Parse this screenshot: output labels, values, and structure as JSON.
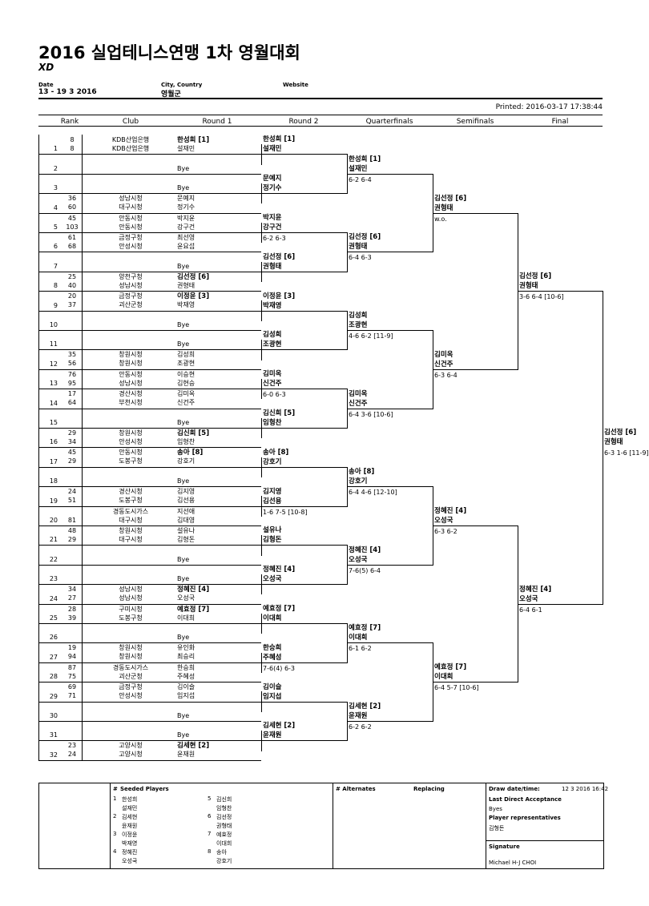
{
  "header": {
    "title": "2016 실업테니스연맹 1차 영월대회",
    "event": "XD",
    "date_label": "Date",
    "date_value": "13 - 19 3 2016",
    "city_label": "City, Country",
    "city_value": "영월군",
    "website_label": "Website",
    "printed": "Printed: 2016-03-17 17:38:44"
  },
  "columns": [
    "Rank",
    "Club",
    "Round 1",
    "Round 2",
    "Quarterfinals",
    "Semifinals",
    "Final"
  ],
  "draw": [
    {
      "n": "1",
      "ranks": [
        "8",
        "8"
      ],
      "clubs": [
        "KDB산업은행",
        "KDB산업은행"
      ],
      "players": [
        "한성희 [1]",
        "설재민"
      ]
    },
    {
      "n": "2",
      "ranks": [],
      "clubs": [],
      "players": [
        "Bye"
      ]
    },
    {
      "n": "3",
      "ranks": [],
      "clubs": [],
      "players": [
        "Bye"
      ]
    },
    {
      "n": "4",
      "ranks": [
        "36",
        "60"
      ],
      "clubs": [
        "성남시청",
        "대구시청"
      ],
      "players": [
        "문예지",
        "정기수"
      ]
    },
    {
      "n": "5",
      "ranks": [
        "45",
        "103"
      ],
      "clubs": [
        "안동시청",
        "안동시청"
      ],
      "players": [
        "박지윤",
        "강구건"
      ]
    },
    {
      "n": "6",
      "ranks": [
        "61",
        "68"
      ],
      "clubs": [
        "금정구청",
        "안성시청"
      ],
      "players": [
        "최선영",
        "윤요섭"
      ]
    },
    {
      "n": "7",
      "ranks": [],
      "clubs": [],
      "players": [
        "Bye"
      ]
    },
    {
      "n": "8",
      "ranks": [
        "25",
        "40"
      ],
      "clubs": [
        "양천구청",
        "성남시청"
      ],
      "players": [
        "김선정 [6]",
        "권형태"
      ]
    },
    {
      "n": "9",
      "ranks": [
        "20",
        "37"
      ],
      "clubs": [
        "금정구청",
        "괴산군청"
      ],
      "players": [
        "이정윤 [3]",
        "박재영"
      ]
    },
    {
      "n": "10",
      "ranks": [],
      "clubs": [],
      "players": [
        "Bye"
      ]
    },
    {
      "n": "11",
      "ranks": [],
      "clubs": [],
      "players": [
        "Bye"
      ]
    },
    {
      "n": "12",
      "ranks": [
        "35",
        "56"
      ],
      "clubs": [
        "창원시청",
        "창원시청"
      ],
      "players": [
        "김성희",
        "조광현"
      ]
    },
    {
      "n": "13",
      "ranks": [
        "76",
        "95"
      ],
      "clubs": [
        "안동시청",
        "성남시청"
      ],
      "players": [
        "이승현",
        "김현승"
      ]
    },
    {
      "n": "14",
      "ranks": [
        "17",
        "64"
      ],
      "clubs": [
        "경산시청",
        "부천시청"
      ],
      "players": [
        "김미옥",
        "신건주"
      ]
    },
    {
      "n": "15",
      "ranks": [],
      "clubs": [],
      "players": [
        "Bye"
      ]
    },
    {
      "n": "16",
      "ranks": [
        "29",
        "34"
      ],
      "clubs": [
        "창원시청",
        "안성시청"
      ],
      "players": [
        "김신희 [5]",
        "임형찬"
      ]
    },
    {
      "n": "17",
      "ranks": [
        "45",
        "29"
      ],
      "clubs": [
        "안동시청",
        "도봉구청"
      ],
      "players": [
        "송아 [8]",
        "강호기"
      ]
    },
    {
      "n": "18",
      "ranks": [],
      "clubs": [],
      "players": [
        "Bye"
      ]
    },
    {
      "n": "19",
      "ranks": [
        "24",
        "51"
      ],
      "clubs": [
        "경산시청",
        "도봉구청"
      ],
      "players": [
        "김지영",
        "김선용"
      ]
    },
    {
      "n": "20",
      "ranks": [
        "",
        "81"
      ],
      "clubs": [
        "경동도시가스",
        "대구시청"
      ],
      "players": [
        "지선애",
        "김대영"
      ]
    },
    {
      "n": "21",
      "ranks": [
        "48",
        "29"
      ],
      "clubs": [
        "창원시청",
        "대구시청"
      ],
      "players": [
        "설유나",
        "김형돈"
      ]
    },
    {
      "n": "22",
      "ranks": [],
      "clubs": [],
      "players": [
        "Bye"
      ]
    },
    {
      "n": "23",
      "ranks": [],
      "clubs": [],
      "players": [
        "Bye"
      ]
    },
    {
      "n": "24",
      "ranks": [
        "34",
        "27"
      ],
      "clubs": [
        "성남시청",
        "성남시청"
      ],
      "players": [
        "정혜진 [4]",
        "오성국"
      ]
    },
    {
      "n": "25",
      "ranks": [
        "28",
        "39"
      ],
      "clubs": [
        "구미시청",
        "도봉구청"
      ],
      "players": [
        "예효정 [7]",
        "이대희"
      ]
    },
    {
      "n": "26",
      "ranks": [],
      "clubs": [],
      "players": [
        "Bye"
      ]
    },
    {
      "n": "27",
      "ranks": [
        "19",
        "94"
      ],
      "clubs": [
        "창원시청",
        "창원시청"
      ],
      "players": [
        "유인화",
        "최승리"
      ]
    },
    {
      "n": "28",
      "ranks": [
        "87",
        "75"
      ],
      "clubs": [
        "경동도시가스",
        "괴산군청"
      ],
      "players": [
        "한승희",
        "주혜성"
      ]
    },
    {
      "n": "29",
      "ranks": [
        "69",
        "71"
      ],
      "clubs": [
        "금정구청",
        "안성시청"
      ],
      "players": [
        "김이슬",
        "임지섭"
      ]
    },
    {
      "n": "30",
      "ranks": [],
      "clubs": [],
      "players": [
        "Bye"
      ]
    },
    {
      "n": "31",
      "ranks": [],
      "clubs": [],
      "players": [
        "Bye"
      ]
    },
    {
      "n": "32",
      "ranks": [
        "23",
        "24"
      ],
      "clubs": [
        "고양시청",
        "고양시청"
      ],
      "players": [
        "김세현 [2]",
        "윤재원"
      ]
    }
  ],
  "rounds": [
    [
      {
        "p": [
          "한성희 [1]",
          "설재민"
        ],
        "s": ""
      },
      {
        "p": [
          "문예지",
          "정기수"
        ],
        "s": ""
      },
      {
        "p": [
          "박지윤",
          "강구건"
        ],
        "s": "6-2 6-3"
      },
      {
        "p": [
          "김선정 [6]",
          "권형태"
        ],
        "s": ""
      },
      {
        "p": [
          "이정윤 [3]",
          "박재영"
        ],
        "s": ""
      },
      {
        "p": [
          "김성희",
          "조광현"
        ],
        "s": ""
      },
      {
        "p": [
          "김미옥",
          "신건주"
        ],
        "s": "6-0 6-3"
      },
      {
        "p": [
          "김신희 [5]",
          "임형찬"
        ],
        "s": ""
      },
      {
        "p": [
          "송아 [8]",
          "강호기"
        ],
        "s": ""
      },
      {
        "p": [
          "김지영",
          "김선용"
        ],
        "s": "1-6 7-5 [10-8]"
      },
      {
        "p": [
          "설유나",
          "김형돈"
        ],
        "s": ""
      },
      {
        "p": [
          "정혜진 [4]",
          "오성국"
        ],
        "s": ""
      },
      {
        "p": [
          "예효정 [7]",
          "이대희"
        ],
        "s": ""
      },
      {
        "p": [
          "한승희",
          "주혜성"
        ],
        "s": "7-6(4) 6-3"
      },
      {
        "p": [
          "김이슬",
          "임지섭"
        ],
        "s": ""
      },
      {
        "p": [
          "김세현 [2]",
          "윤재원"
        ],
        "s": ""
      }
    ],
    [
      {
        "p": [
          "한성희 [1]",
          "설재민"
        ],
        "s": "6-2 6-4"
      },
      {
        "p": [
          "김선정 [6]",
          "권형태"
        ],
        "s": "6-4 6-3"
      },
      {
        "p": [
          "김성희",
          "조광현"
        ],
        "s": "4-6 6-2 [11-9]"
      },
      {
        "p": [
          "김미옥",
          "신건주"
        ],
        "s": "6-4 3-6 [10-6]"
      },
      {
        "p": [
          "송아 [8]",
          "강호기"
        ],
        "s": "6-4 4-6 [12-10]"
      },
      {
        "p": [
          "정혜진 [4]",
          "오성국"
        ],
        "s": "7-6(5) 6-4"
      },
      {
        "p": [
          "예효정 [7]",
          "이대희"
        ],
        "s": "6-1 6-2"
      },
      {
        "p": [
          "김세현 [2]",
          "윤재원"
        ],
        "s": "6-2 6-2"
      }
    ],
    [
      {
        "p": [
          "김선정 [6]",
          "권형태"
        ],
        "s": "w.o."
      },
      {
        "p": [
          "김미옥",
          "신건주"
        ],
        "s": "6-3 6-4"
      },
      {
        "p": [
          "정혜진 [4]",
          "오성국"
        ],
        "s": "6-3 6-2"
      },
      {
        "p": [
          "예효정 [7]",
          "이대희"
        ],
        "s": "6-4 5-7 [10-6]"
      }
    ],
    [
      {
        "p": [
          "김선정 [6]",
          "권형태"
        ],
        "s": "3-6 6-4 [10-6]"
      },
      {
        "p": [
          "정혜진 [4]",
          "오성국"
        ],
        "s": "6-4 6-1"
      }
    ],
    [
      {
        "p": [
          "김선정 [6]",
          "권형태"
        ],
        "s": "6-3 1-6 [11-9]"
      }
    ]
  ],
  "footer": {
    "seeded_title": "Seeded Players",
    "hash": "#",
    "seeds": [
      {
        "n": "1",
        "p": [
          "한성희",
          "설재민"
        ]
      },
      {
        "n": "2",
        "p": [
          "김세현",
          "윤재원"
        ]
      },
      {
        "n": "3",
        "p": [
          "이정윤",
          "박재영"
        ]
      },
      {
        "n": "4",
        "p": [
          "정혜진",
          "오성국"
        ]
      },
      {
        "n": "5",
        "p": [
          "김신희",
          "임형찬"
        ]
      },
      {
        "n": "6",
        "p": [
          "김선정",
          "권형태"
        ]
      },
      {
        "n": "7",
        "p": [
          "예효정",
          "이대희"
        ]
      },
      {
        "n": "8",
        "p": [
          "송아",
          "강호기"
        ]
      }
    ],
    "alternates_title": "# Alternates",
    "replacing_title": "Replacing",
    "draw_date_label": "Draw date/time:",
    "draw_date_value": "12 3 2016 16:42",
    "lda_label": "Last Direct Acceptance",
    "lda_value": "Byes",
    "reps_label": "Player representatives",
    "reps_value": "김형돈",
    "signature_label": "Signature",
    "signature_value": "Michael H-J CHOI"
  }
}
